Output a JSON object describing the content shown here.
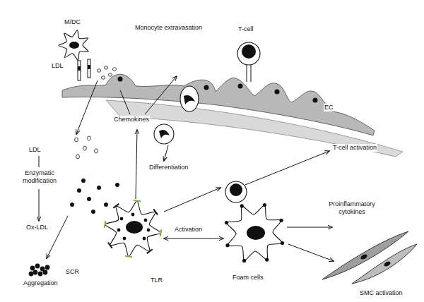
{
  "diagram": {
    "labels": [
      "M/DC",
      "Monocyte extravasation",
      "T-cell",
      "LDL",
      "EC",
      "Chemokines",
      "LDL",
      "Enzymatic modification",
      "Differentiation",
      "T-cell activation",
      "Ox-LDL",
      "Activation",
      "Proinflammatory cytokines",
      "SCR",
      "TLR",
      "Foam cells",
      "Aggregation",
      "SMC activation"
    ]
  }
}
